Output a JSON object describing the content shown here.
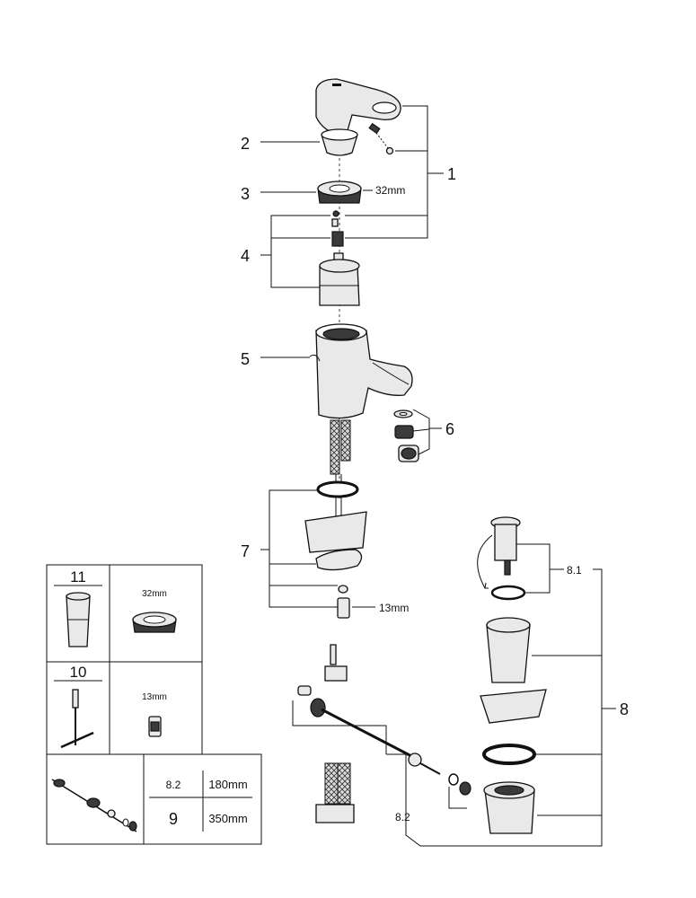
{
  "callouts": {
    "c1": "1",
    "c2": "2",
    "c3": "3",
    "c4": "4",
    "c5": "5",
    "c6": "6",
    "c7": "7",
    "c8": "8",
    "c8_1": "8.1",
    "c8_2": "8.2"
  },
  "dimensions": {
    "nut_32": "32mm",
    "nut_13": "13mm"
  },
  "legend": {
    "box11": {
      "number": "11",
      "size": "32mm"
    },
    "box10": {
      "number": "10",
      "size": "13mm"
    },
    "table": {
      "rows": [
        {
          "part": "8.2",
          "length": "180mm"
        },
        {
          "part": "9",
          "length": "350mm"
        }
      ]
    }
  }
}
